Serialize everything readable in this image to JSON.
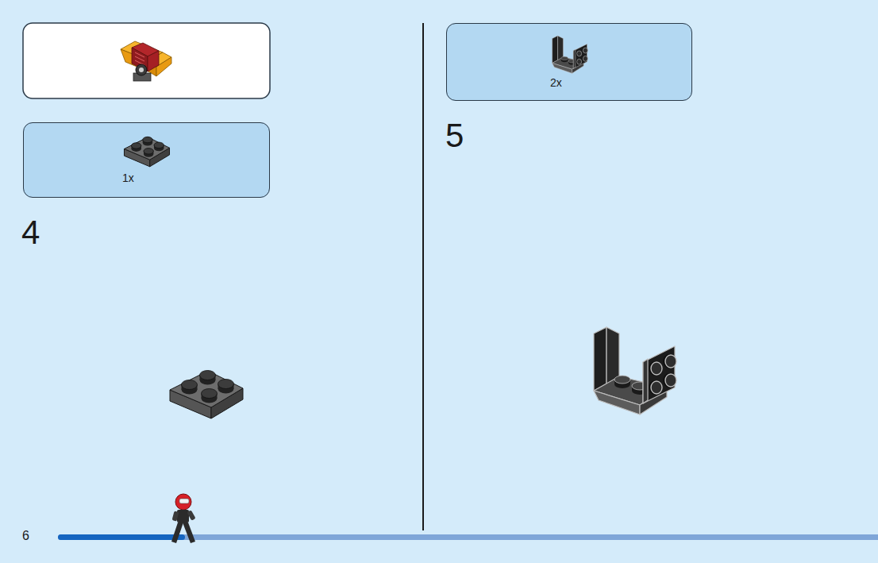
{
  "diagram": {
    "nodes": [
      {
        "text": [
          "1x"
        ]
      },
      {
        "text": [
          "2x"
        ]
      }
    ],
    "labels": [
      "4",
      "5",
      "6"
    ]
  }
}
